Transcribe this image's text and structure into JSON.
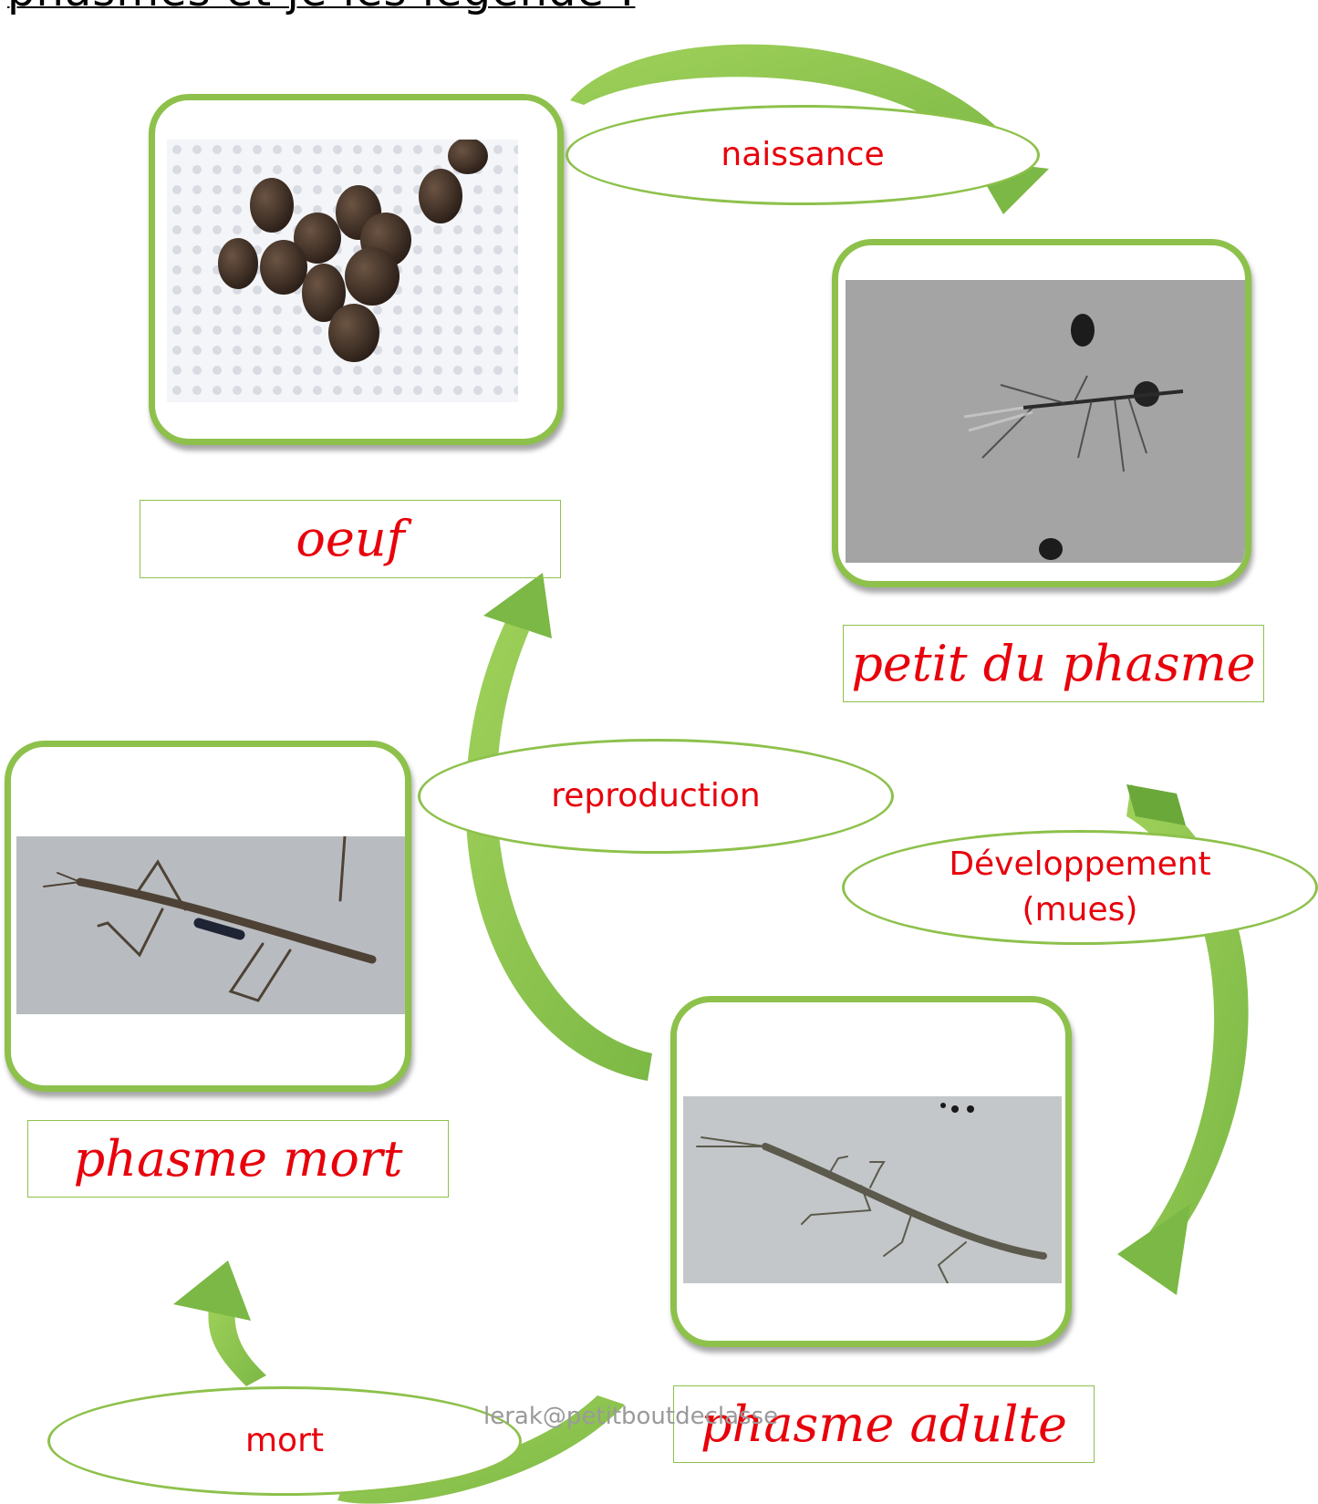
{
  "heading": "phasmes et je les légende :",
  "colors": {
    "green": "#8dc14b",
    "dark_green": "#6aa83a",
    "label_red": "#e8000b"
  },
  "stages": {
    "egg": "oeuf",
    "nymph": "petit du phasme",
    "adult": "phasme adulte",
    "dead": "phasme mort"
  },
  "transitions": {
    "birth": "naissance",
    "development": [
      "Développement",
      "(mues)"
    ],
    "reproduction": "reproduction",
    "death": "mort"
  },
  "watermark": "lerak@petitboutdeclasse"
}
